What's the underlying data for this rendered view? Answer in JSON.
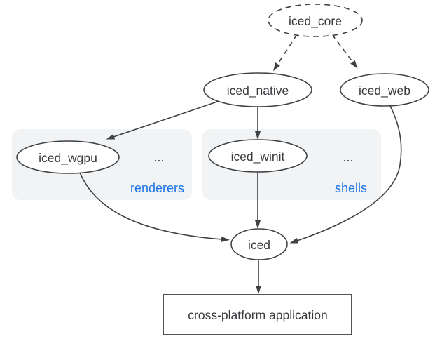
{
  "diagram": {
    "nodes": {
      "iced_core": "iced_core",
      "iced_native": "iced_native",
      "iced_web": "iced_web",
      "iced_wgpu": "iced_wgpu",
      "iced_winit": "iced_winit",
      "iced": "iced",
      "app": "cross-platform application"
    },
    "groups": {
      "renderers": {
        "label": "renderers",
        "ellipsis": "..."
      },
      "shells": {
        "label": "shells",
        "ellipsis": "..."
      }
    },
    "edges": [
      {
        "from": "iced_core",
        "to": "iced_native",
        "style": "dashed"
      },
      {
        "from": "iced_core",
        "to": "iced_web",
        "style": "dashed"
      },
      {
        "from": "iced_native",
        "to": "iced_wgpu",
        "style": "solid"
      },
      {
        "from": "iced_native",
        "to": "iced_winit",
        "style": "solid"
      },
      {
        "from": "iced_wgpu",
        "to": "iced",
        "style": "solid"
      },
      {
        "from": "iced_winit",
        "to": "iced",
        "style": "solid"
      },
      {
        "from": "iced_web",
        "to": "iced",
        "style": "solid"
      },
      {
        "from": "iced",
        "to": "app",
        "style": "solid"
      }
    ],
    "colors": {
      "background": "#ffffff",
      "node_fill": "#ffffff",
      "stroke_dark": "#3f4245",
      "text_dark": "#37393d",
      "group_fill": "#f1f3f4",
      "group_label_blue": "#1a73e8"
    }
  }
}
